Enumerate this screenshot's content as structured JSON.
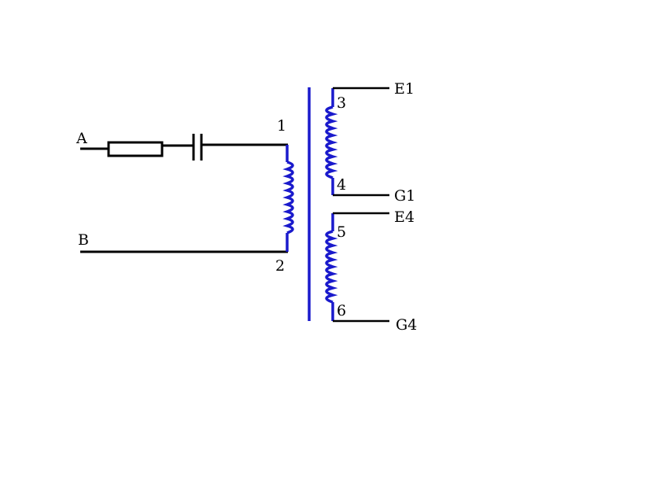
{
  "terminals": {
    "input_a": "A",
    "input_b": "B",
    "pin_1": "1",
    "pin_2": "2",
    "pin_3": "3",
    "pin_4": "4",
    "pin_5": "5",
    "pin_6": "6",
    "out_e1": "E1",
    "out_g1": "G1",
    "out_e4": "E4",
    "out_g4": "G4"
  },
  "colors": {
    "wire": "#000000",
    "winding": "#1a1acc"
  }
}
